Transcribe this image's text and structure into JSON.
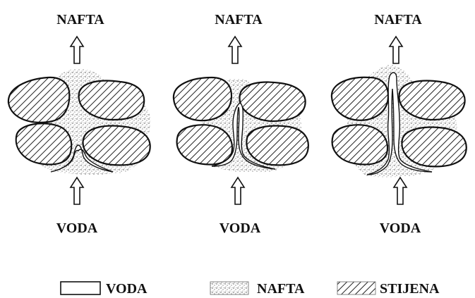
{
  "panels": [
    {
      "top_label": "NAFTA",
      "bottom_label": "VODA"
    },
    {
      "top_label": "NAFTA",
      "bottom_label": "VODA"
    },
    {
      "top_label": "NAFTA",
      "bottom_label": "VODA"
    }
  ],
  "legend": [
    {
      "swatch": "water",
      "label": "VODA"
    },
    {
      "swatch": "oil",
      "label": "NAFTA"
    },
    {
      "swatch": "rock",
      "label": "STIJENA"
    }
  ],
  "colors": {
    "ink": "#111111",
    "background": "#ffffff"
  }
}
